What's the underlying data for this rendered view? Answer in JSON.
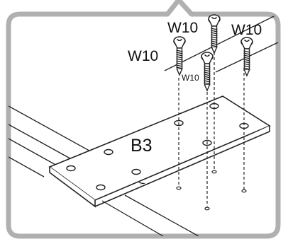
{
  "part_label": "B3",
  "screws": [
    {
      "label": "W10"
    },
    {
      "label": "W10"
    },
    {
      "label": "W10"
    },
    {
      "label": "W10"
    }
  ],
  "colors": {
    "frame_border": "#b0b0b0",
    "plate_fill": "#ffffff",
    "line": "#222222"
  }
}
